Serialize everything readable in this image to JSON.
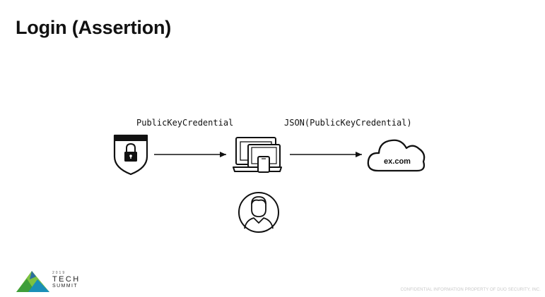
{
  "slide": {
    "title": "Login (Assertion)"
  },
  "diagram": {
    "label_left": "PublicKeyCredential",
    "label_right": "JSON(PublicKeyCredential)",
    "cloud_text": "ex.com",
    "nodes": [
      {
        "name": "authenticator",
        "icon": "shield-lock-icon"
      },
      {
        "name": "client-devices",
        "icon": "devices-icon"
      },
      {
        "name": "relying-party",
        "icon": "cloud-icon"
      },
      {
        "name": "user",
        "icon": "user-icon"
      }
    ]
  },
  "footer": {
    "logo_year": "2019",
    "logo_word1": "TECH",
    "logo_word2": "SUMMIT",
    "confidential": "CONFIDENTIAL INFORMATION PROPERTY OF DUO SECURITY, INC."
  },
  "colors": {
    "ink": "#111111",
    "logo_green_dark": "#3f9e3a",
    "logo_green_light": "#7cc242",
    "logo_teal": "#1a8fb8",
    "confidential_grey": "#c9c9c9"
  }
}
